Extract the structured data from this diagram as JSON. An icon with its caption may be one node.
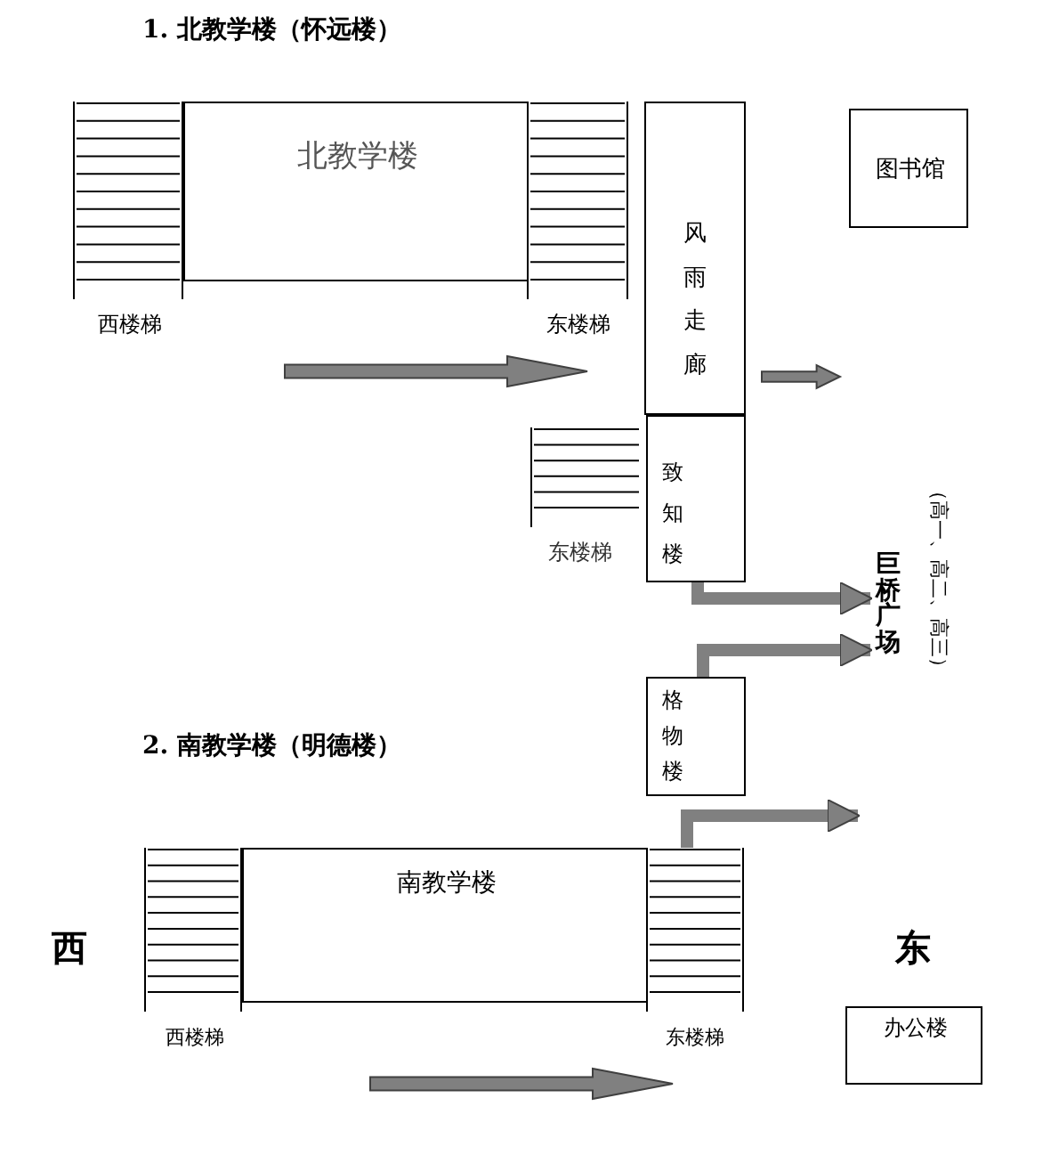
{
  "diagram": {
    "nodes": [
      {
        "text": [
          "北教学楼"
        ]
      },
      {
        "text": [
          "风雨走廊"
        ]
      },
      {
        "text": [
          "图书馆"
        ]
      },
      {
        "text": [
          "致知楼"
        ]
      },
      {
        "text": [
          "格物楼"
        ]
      },
      {
        "text": [
          "南教学楼"
        ]
      },
      {
        "text": [
          "办公楼"
        ]
      },
      {
        "text": [
          "巨桥广场"
        ],
        "beside": [
          "（高一、高二、高三）"
        ]
      }
    ],
    "edges": [
      {
        "from": 3,
        "to": 7,
        "arrow": "to"
      },
      {
        "from": 4,
        "to": 7,
        "arrow": "to"
      },
      {
        "from": 5,
        "to": null,
        "arrow": "to"
      }
    ],
    "labels": [
      "1. 北教学楼（怀远楼）",
      "西楼梯",
      "东楼梯",
      "东楼梯",
      "2. 南教学楼（明德楼）",
      "西",
      "东",
      "西楼梯",
      "东楼梯"
    ]
  }
}
